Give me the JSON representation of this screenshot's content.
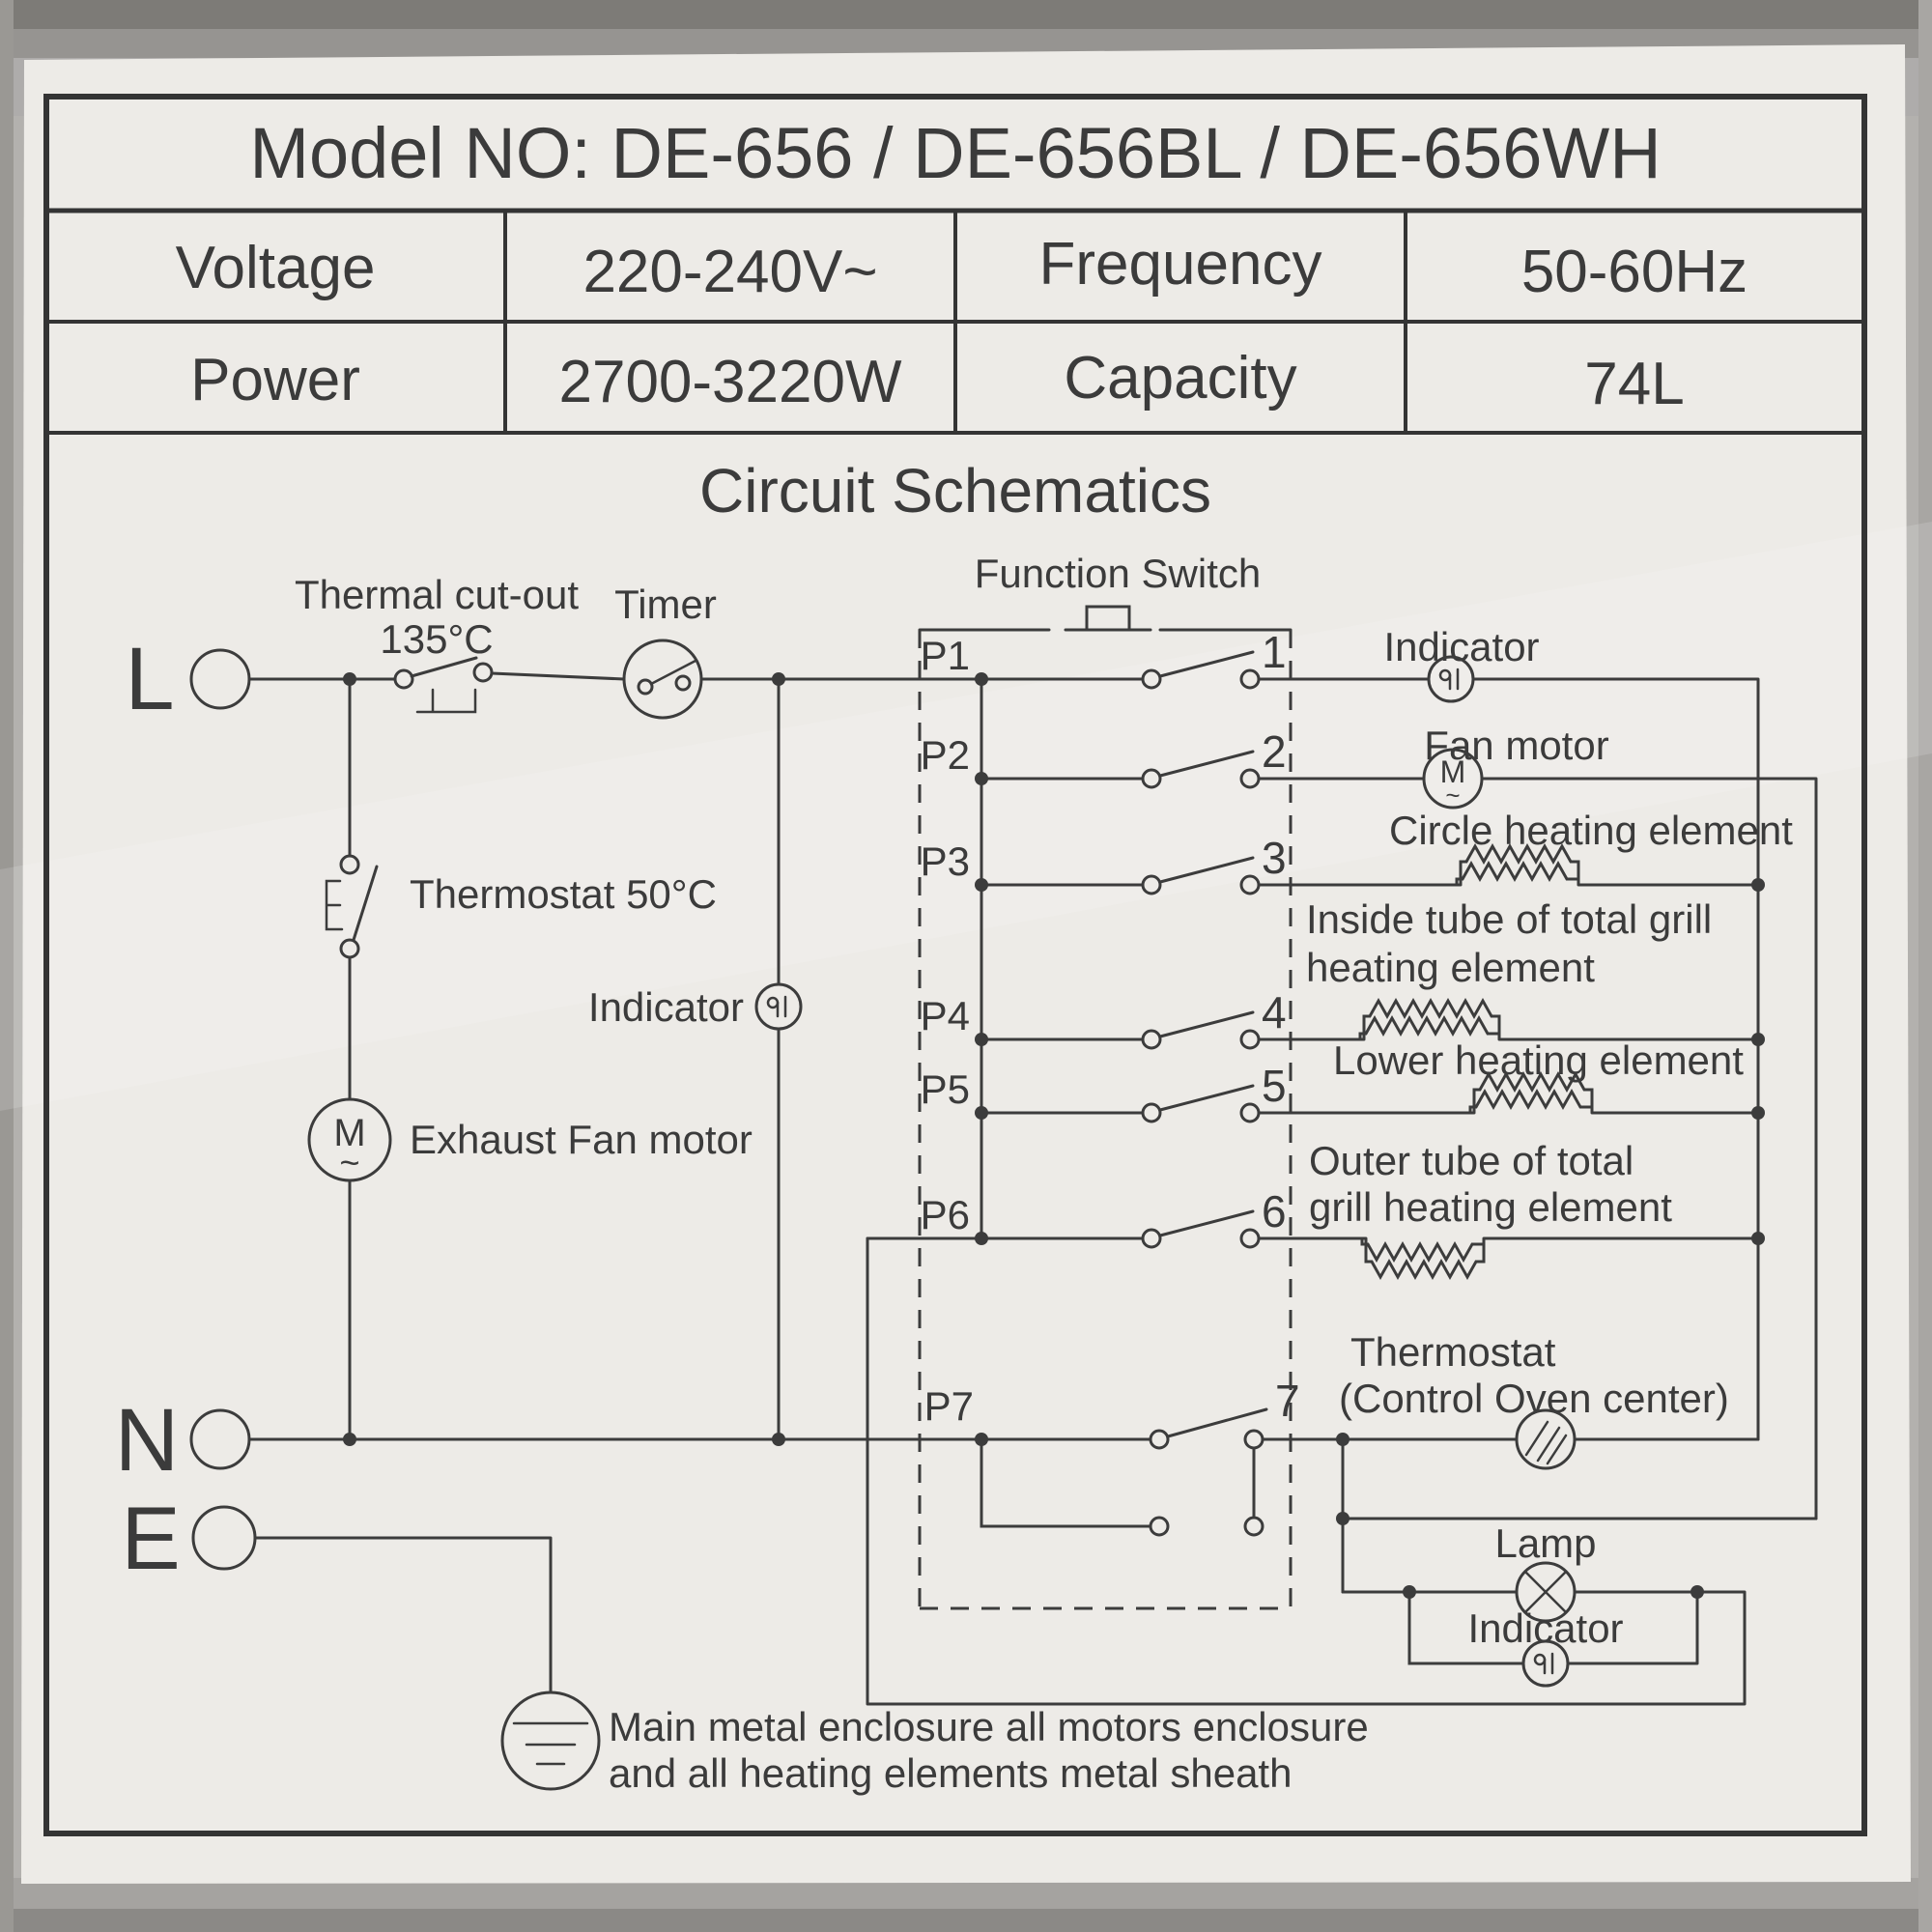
{
  "specs": {
    "model": "Model NO: DE-656 / DE-656BL / DE-656WH",
    "row1": {
      "label1": "Voltage",
      "value1": "220-240V~",
      "label2": "Frequency",
      "value2": "50-60Hz"
    },
    "row2": {
      "label1": "Power",
      "value1": "2700-3220W",
      "label2": "Capacity",
      "value2": "74L"
    }
  },
  "schematic": {
    "title": "Circuit Schematics",
    "function_switch": "Function Switch",
    "terminals": {
      "live": "L",
      "neutral": "N",
      "earth": "E"
    },
    "thermal_cutout": {
      "line1": "Thermal cut-out",
      "line2": "135°C"
    },
    "timer": "Timer",
    "thermostat_50": "Thermostat 50°C",
    "indicator_left": "Indicator",
    "exhaust_fan": "Exhaust Fan motor",
    "points": {
      "p1": "P1",
      "p2": "P2",
      "p3": "P3",
      "p4": "P4",
      "p5": "P5",
      "p6": "P6",
      "p7": "P7"
    },
    "contacts": {
      "c1": "1",
      "c2": "2",
      "c3": "3",
      "c4": "4",
      "c5": "5",
      "c6": "6",
      "c7": "7"
    },
    "indicator_top": "Indicator",
    "fan_motor": "Fan motor",
    "circle_heating": "Circle heating element",
    "inside_tube": {
      "line1": "Inside tube of total grill",
      "line2": "heating element"
    },
    "lower_heating": "Lower heating element",
    "outer_tube": {
      "line1": "Outer tube of total",
      "line2": "grill heating element"
    },
    "thermostat_oven": {
      "line1": "Thermostat",
      "line2": "(Control Oven center)"
    },
    "lamp": "Lamp",
    "indicator_bottom": "Indicator",
    "motor_letter": "M",
    "motor_wave": "~",
    "ground_note": {
      "line1": "Main metal enclosure all motors enclosure",
      "line2": "and all heating elements metal sheath"
    }
  }
}
